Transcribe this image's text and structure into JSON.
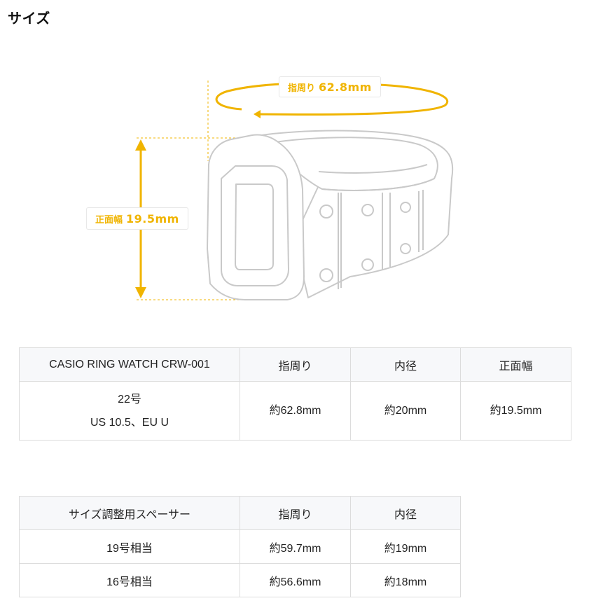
{
  "page": {
    "title": "サイズ"
  },
  "diagram": {
    "circumference_label": "指周り",
    "circumference_value": "62.8mm",
    "width_label": "正面幅",
    "width_value": "19.5mm",
    "accent_color": "#f0b400",
    "outline_color": "#c9c9c9",
    "icons": [
      "ring-watch-illustration",
      "circumference-arrow-icon",
      "height-arrow-icon"
    ]
  },
  "ring_table": {
    "headers": [
      "CASIO RING WATCH CRW-001",
      "指周り",
      "内径",
      "正面幅"
    ],
    "row": {
      "size_line1": "22号",
      "size_line2": "US 10.5、EU U",
      "circumference": "約62.8mm",
      "inner_diameter": "約20mm",
      "front_width": "約19.5mm"
    }
  },
  "spacer_table": {
    "headers": [
      "サイズ調整用スペーサー",
      "指周り",
      "内径"
    ],
    "rows": [
      {
        "size": "19号相当",
        "circumference": "約59.7mm",
        "inner_diameter": "約19mm"
      },
      {
        "size": "16号相当",
        "circumference": "約56.6mm",
        "inner_diameter": "約18mm"
      }
    ]
  }
}
